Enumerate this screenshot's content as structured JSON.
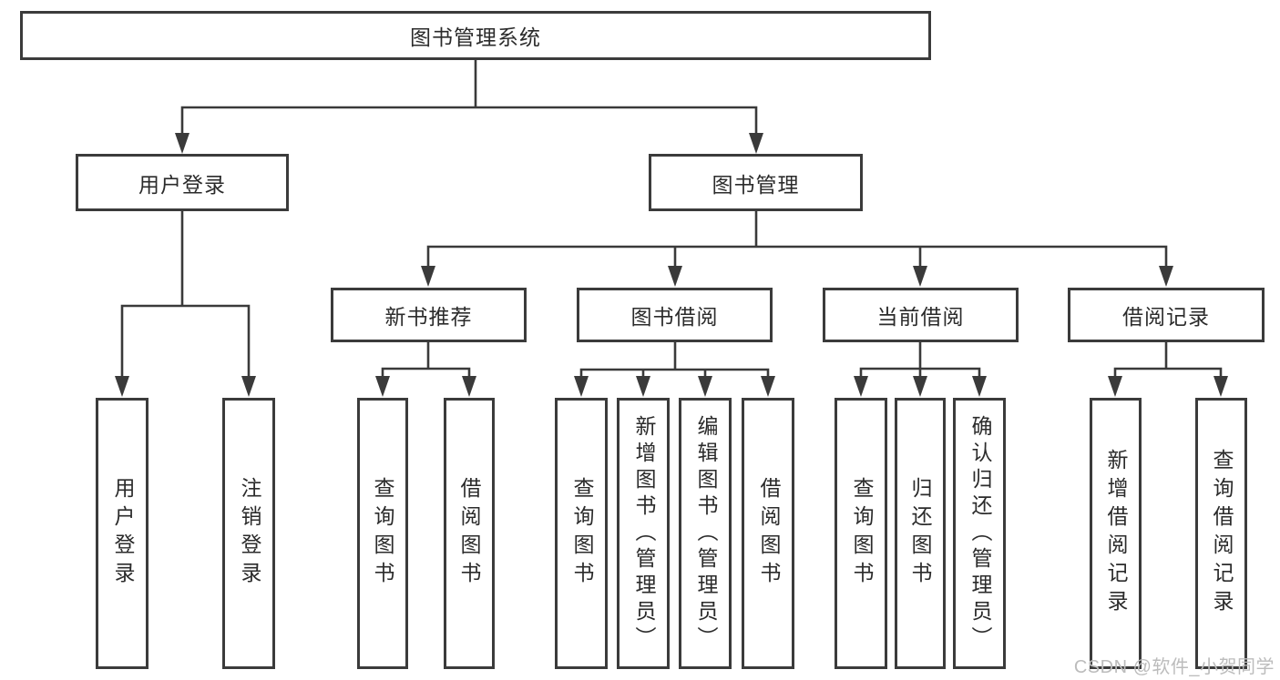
{
  "diagram_type": "hierarchy-tree",
  "tree": {
    "label": "图书管理系统",
    "children": [
      {
        "label": "用户登录",
        "children": [
          {
            "label": "用户登录"
          },
          {
            "label": "注销登录"
          }
        ]
      },
      {
        "label": "图书管理",
        "children": [
          {
            "label": "新书推荐",
            "children": [
              {
                "label": "查询图书"
              },
              {
                "label": "借阅图书"
              }
            ]
          },
          {
            "label": "图书借阅",
            "children": [
              {
                "label": "查询图书"
              },
              {
                "label": "新增图书（管理员）"
              },
              {
                "label": "编辑图书（管理员）"
              },
              {
                "label": "借阅图书"
              }
            ]
          },
          {
            "label": "当前借阅",
            "children": [
              {
                "label": "查询图书"
              },
              {
                "label": "归还图书"
              },
              {
                "label": "确认归还（管理员）"
              }
            ]
          },
          {
            "label": "借阅记录",
            "children": [
              {
                "label": "新增借阅记录"
              },
              {
                "label": "查询借阅记录"
              }
            ]
          }
        ]
      }
    ]
  },
  "watermark": "CSDN @软件_小贺同学",
  "colors": {
    "line": "#3a3a3a",
    "box_border": "#3b3b3b",
    "text": "#2b2b2b",
    "watermark": "#bcbcbc",
    "background": "#ffffff"
  }
}
